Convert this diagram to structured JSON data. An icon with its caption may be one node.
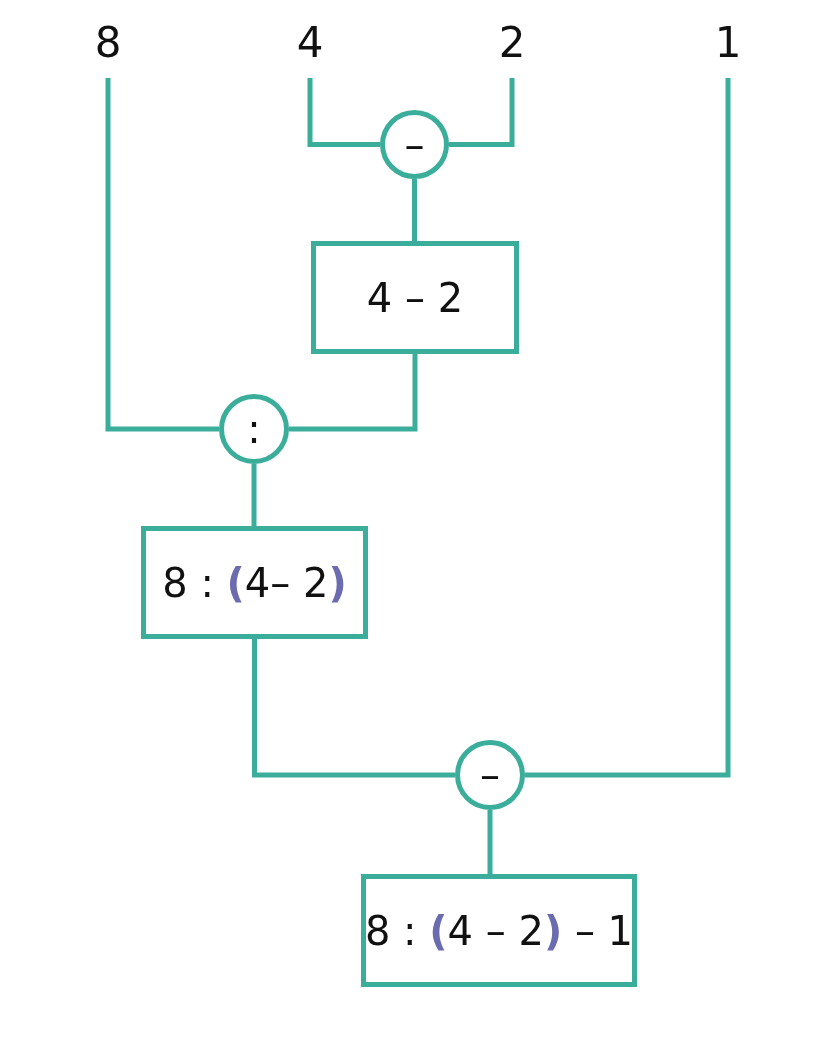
{
  "diagram": {
    "nodes": [
      {
        "text": [
          "8"
        ]
      },
      {
        "text": [
          "4"
        ]
      },
      {
        "text": [
          "2"
        ]
      },
      {
        "text": [
          "1"
        ]
      },
      {
        "text": [
          "–"
        ]
      },
      {
        "text": [
          "4 – 2"
        ]
      },
      {
        "text": [
          ":"
        ]
      },
      {
        "text": [
          "8 : **(**4– 2**)**"
        ]
      },
      {
        "text": [
          "–"
        ]
      },
      {
        "text": [
          "8 : **(**4 – 2**)** – 1"
        ]
      }
    ],
    "edges": [
      {
        "from": 0,
        "to": 6,
        "arrow": "none"
      },
      {
        "from": 1,
        "to": 4,
        "arrow": "none"
      },
      {
        "from": 2,
        "to": 4,
        "arrow": "none"
      },
      {
        "from": 4,
        "to": 5,
        "arrow": "none"
      },
      {
        "from": 5,
        "to": 6,
        "arrow": "none"
      },
      {
        "from": 6,
        "to": 7,
        "arrow": "none"
      },
      {
        "from": 7,
        "to": 8,
        "arrow": "none"
      },
      {
        "from": 3,
        "to": 8,
        "arrow": "none"
      },
      {
        "from": 8,
        "to": 9,
        "arrow": "none"
      }
    ]
  }
}
